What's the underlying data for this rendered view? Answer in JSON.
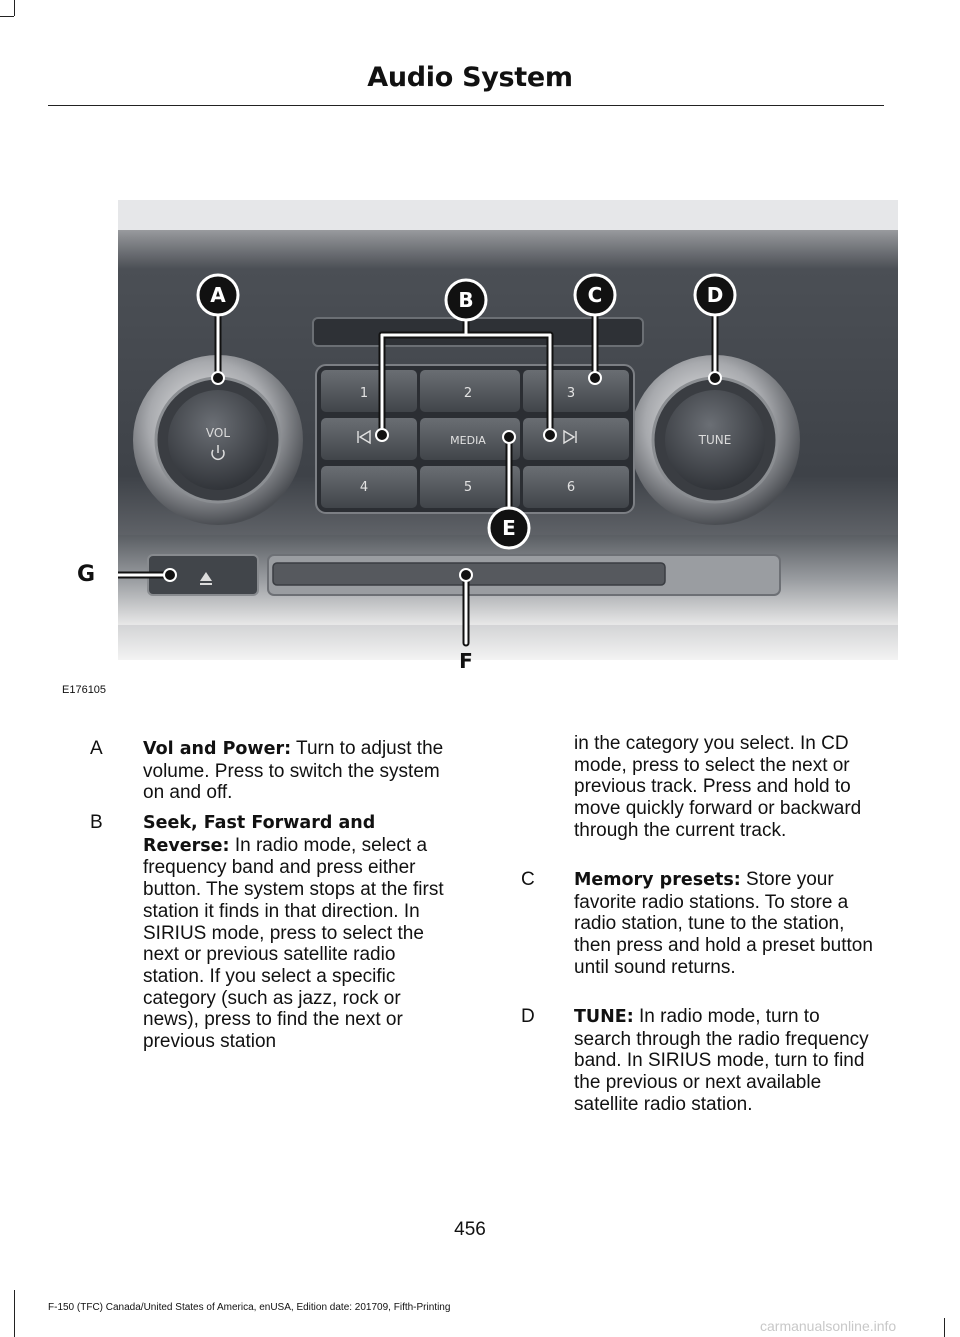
{
  "header": {
    "title": "Audio System"
  },
  "figure": {
    "code": "E176105",
    "callouts": [
      "A",
      "B",
      "C",
      "D",
      "E",
      "F",
      "G"
    ],
    "button_labels": {
      "vol": "VOL",
      "tune": "TUNE",
      "media": "MEDIA",
      "preset_1": "1",
      "preset_2": "2",
      "preset_3": "3",
      "preset_4": "4",
      "preset_5": "5",
      "preset_6": "6"
    },
    "icons": [
      "power-icon",
      "seek-back-icon",
      "seek-forward-icon",
      "eject-icon"
    ]
  },
  "entries": [
    {
      "letter": "A",
      "term": "Vol and Power:",
      "text": " Turn to adjust the volume. Press to switch the system on and off."
    },
    {
      "letter": "B",
      "term": "Seek, Fast Forward and Reverse:",
      "text": " In radio mode, select a frequency band and press either button. The system stops at the first station it finds in that direction. In SIRIUS mode, press to select the next or previous satellite radio station. If you select a specific category (such as jazz, rock or news), press to find the next or previous station"
    },
    {
      "letter": "C",
      "term": "Memory presets:",
      "text": " Store your favorite radio stations. To store a radio station, tune to the station, then press and hold a preset button until sound returns."
    },
    {
      "letter": "D",
      "term": "TUNE:",
      "text": " In radio mode, turn to search through the radio frequency band. In SIRIUS mode, turn to find the previous or next available satellite radio station."
    }
  ],
  "continuation": "in the category you select. In CD mode, press to select the next or previous track. Press and hold to move quickly forward or backward through the current track.",
  "page_number": "456",
  "footer": "F-150 (TFC) Canada/United States of America, enUSA, Edition date: 201709, Fifth-Printing",
  "watermark": "carmanualsonline.info"
}
